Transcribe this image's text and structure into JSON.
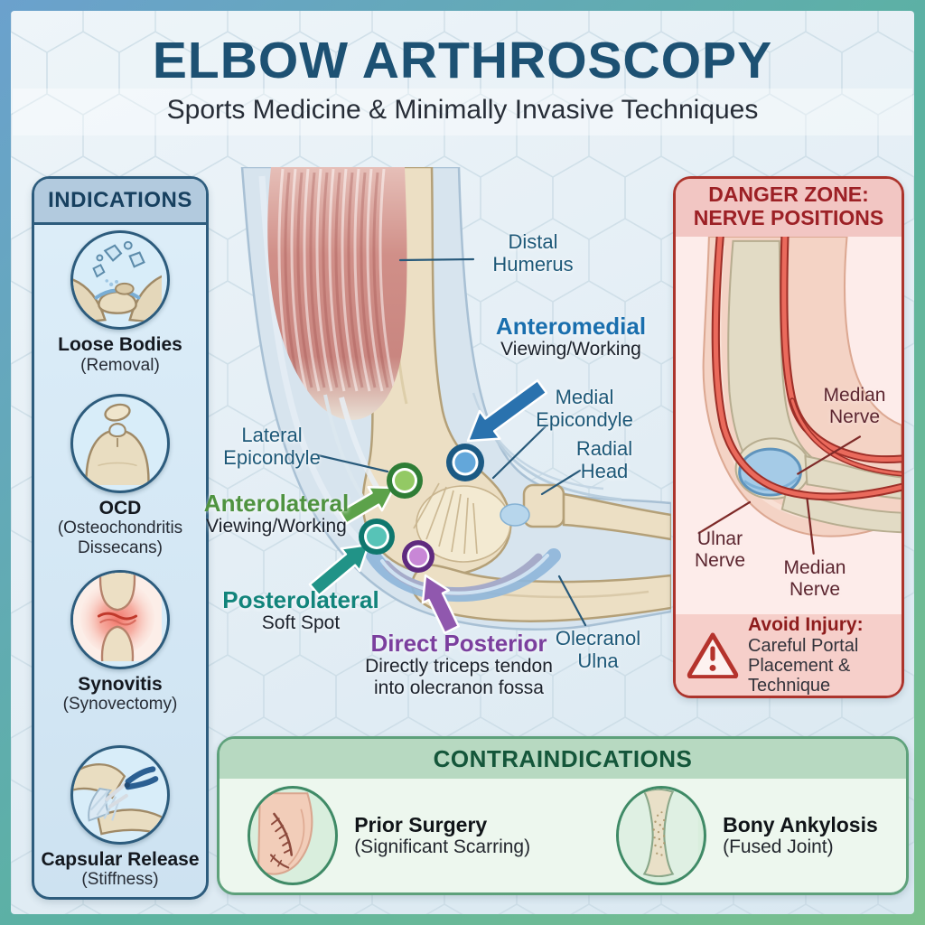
{
  "header": {
    "title": "ELBOW ARTHROSCOPY",
    "subtitle": "Sports Medicine & Minimally Invasive Techniques"
  },
  "indications": {
    "title": "INDICATIONS",
    "items": [
      {
        "icon": "loose-bodies-icon",
        "label": "Loose Bodies",
        "sublabel": "(Removal)"
      },
      {
        "icon": "ocd-icon",
        "label": "OCD",
        "sublabel_l1": "(Osteochondritis",
        "sublabel_l2": "Dissecans)"
      },
      {
        "icon": "synovitis-icon",
        "label": "Synovitis",
        "sublabel": "(Synovectomy)"
      },
      {
        "icon": "capsular-release-icon",
        "label": "Capsular Release",
        "sublabel": "(Stiffness)"
      }
    ]
  },
  "diagram": {
    "labels": {
      "distal_humerus": {
        "l1": "Distal",
        "l2": "Humerus"
      },
      "medial_epicondyle": {
        "l1": "Medial",
        "l2": "Epicondyle"
      },
      "radial_head": {
        "l1": "Radial",
        "l2": "Head"
      },
      "lateral_epicondyle": {
        "l1": "Lateral",
        "l2": "Epicondyle"
      },
      "olecranol_ulna": {
        "l1": "Olecranol",
        "l2": "Ulna"
      }
    },
    "portals": {
      "anteromedial": {
        "name": "Anteromedial",
        "desc": "Viewing/Working",
        "color": "#1a6fae"
      },
      "anterolateral": {
        "name": "Anterolateral",
        "desc": "Viewing/Working",
        "color": "#4f9340"
      },
      "posterolateral": {
        "name": "Posterolateral",
        "desc": "Soft Spot",
        "color": "#12847b"
      },
      "direct_posterior": {
        "name": "Direct Posterior",
        "desc_l1": "Directly triceps tendon",
        "desc_l2": "into olecranon fossa",
        "color": "#7b3f9e"
      }
    }
  },
  "danger_zone": {
    "title_l1": "DANGER ZONE:",
    "title_l2": "NERVE POSITIONS",
    "nerve_labels": {
      "median_top": {
        "l1": "Median",
        "l2": "Nerve"
      },
      "ulnar": {
        "l1": "Ulnar",
        "l2": "Nerve"
      },
      "median_bottom": {
        "l1": "Median",
        "l2": "Nerve"
      }
    },
    "warning": {
      "heading": "Avoid Injury:",
      "l1": "Careful Portal",
      "l2": "Placement &",
      "l3": "Technique"
    }
  },
  "contraindications": {
    "title": "CONTRAINDICATIONS",
    "items": [
      {
        "icon": "prior-surgery-icon",
        "label": "Prior Surgery",
        "sublabel": "(Significant Scarring)"
      },
      {
        "icon": "bony-ankylosis-icon",
        "label": "Bony Ankylosis",
        "sublabel": "(Fused Joint)"
      }
    ]
  },
  "colors": {
    "title_navy": "#1d5173",
    "portal_blue": "#1a6fae",
    "portal_green": "#4f9340",
    "portal_teal": "#12847b",
    "portal_purple": "#7b3f9e",
    "danger_red": "#ac342c",
    "danger_header_text": "#9c2025",
    "contra_green_border": "#5ea17b",
    "contra_title_green": "#14563a",
    "anatomy_label_teal": "#1d5878"
  }
}
